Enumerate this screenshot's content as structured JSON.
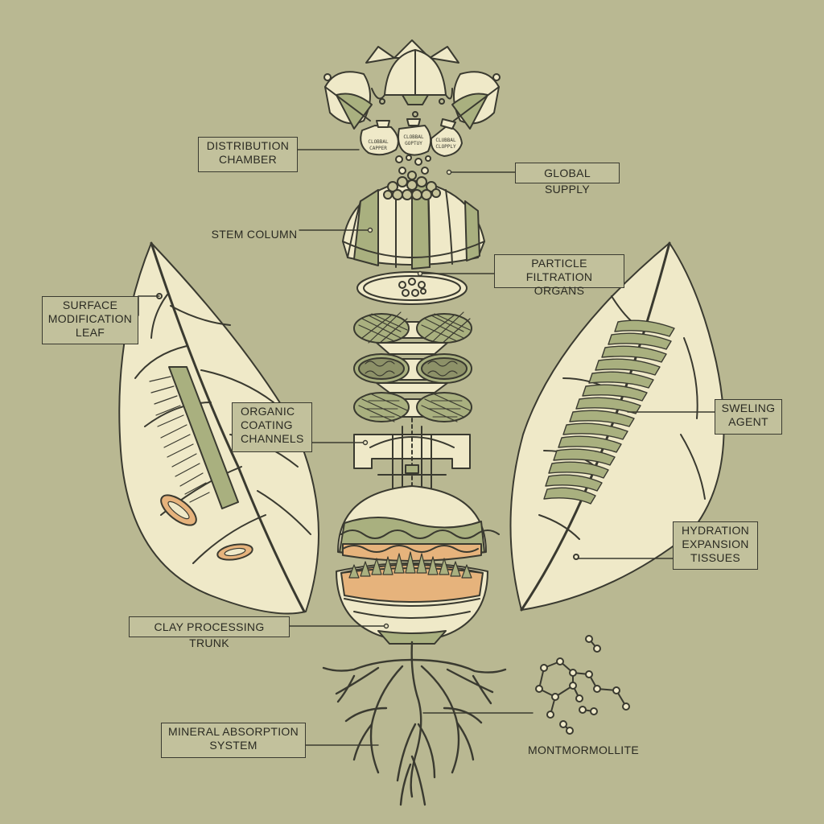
{
  "labels": {
    "distribution_chamber": [
      "DISTRIBUTION",
      "CHAMBER"
    ],
    "global_supply": "GLOBAL SUPPLY",
    "stem_column": "STEM COLUMN",
    "particle_filtration_organs": [
      "PARTICLE FILTRATION",
      "ORGANS"
    ],
    "surface_modification_leaf": [
      "SURFACE",
      "MODIFICATION",
      "LEAF"
    ],
    "organic_coating_channels": [
      "ORGANIC",
      "COATING",
      "CHANNELS"
    ],
    "sweling_agent": [
      "SWELING",
      "AGENT"
    ],
    "hydration_expansion_tissues": [
      "HYDRATION",
      "EXPANSION",
      "TISSUES"
    ],
    "clay_processing_trunk": "CLAY PROCESSING TRUNK",
    "mineral_absorption_system": [
      "MINERAL ABSORPTION",
      "SYSTEM"
    ],
    "montmorillonite": "MONTMORMOLLITE"
  },
  "sack_labels": {
    "left": [
      "CLOBBAL",
      "CAPPER"
    ],
    "center": [
      "CLOBBAL",
      "GOPTUY"
    ],
    "right": [
      "CLUBBAL",
      "CLOPPLY"
    ]
  },
  "colors": {
    "background": "#b9b892",
    "ink": "#3a3a30",
    "cream": "#efe9c8",
    "sage": "#a9b07f",
    "peach": "#e6b37c"
  }
}
